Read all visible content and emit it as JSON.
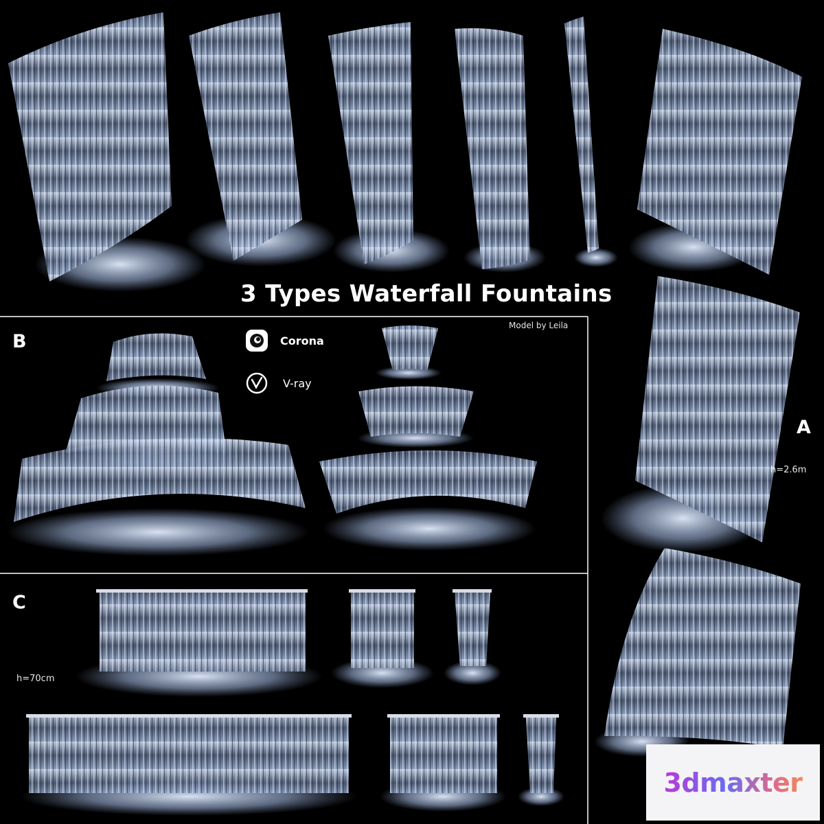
{
  "title": "3 Types Waterfall Fountains",
  "credit": "Model by Leila",
  "sections": {
    "a": {
      "label": "A",
      "height": "h=2.6m"
    },
    "b": {
      "label": "B"
    },
    "c": {
      "label": "C",
      "height": "h=70cm"
    }
  },
  "renderers": [
    {
      "name": "Corona",
      "icon": "corona-logo-icon"
    },
    {
      "name": "V-ray",
      "icon": "vray-logo-icon"
    }
  ],
  "watermark": "3dmaxter",
  "colors": {
    "background": "#000000",
    "water": "#9fb4d6",
    "foam": "#cfe0ff"
  }
}
